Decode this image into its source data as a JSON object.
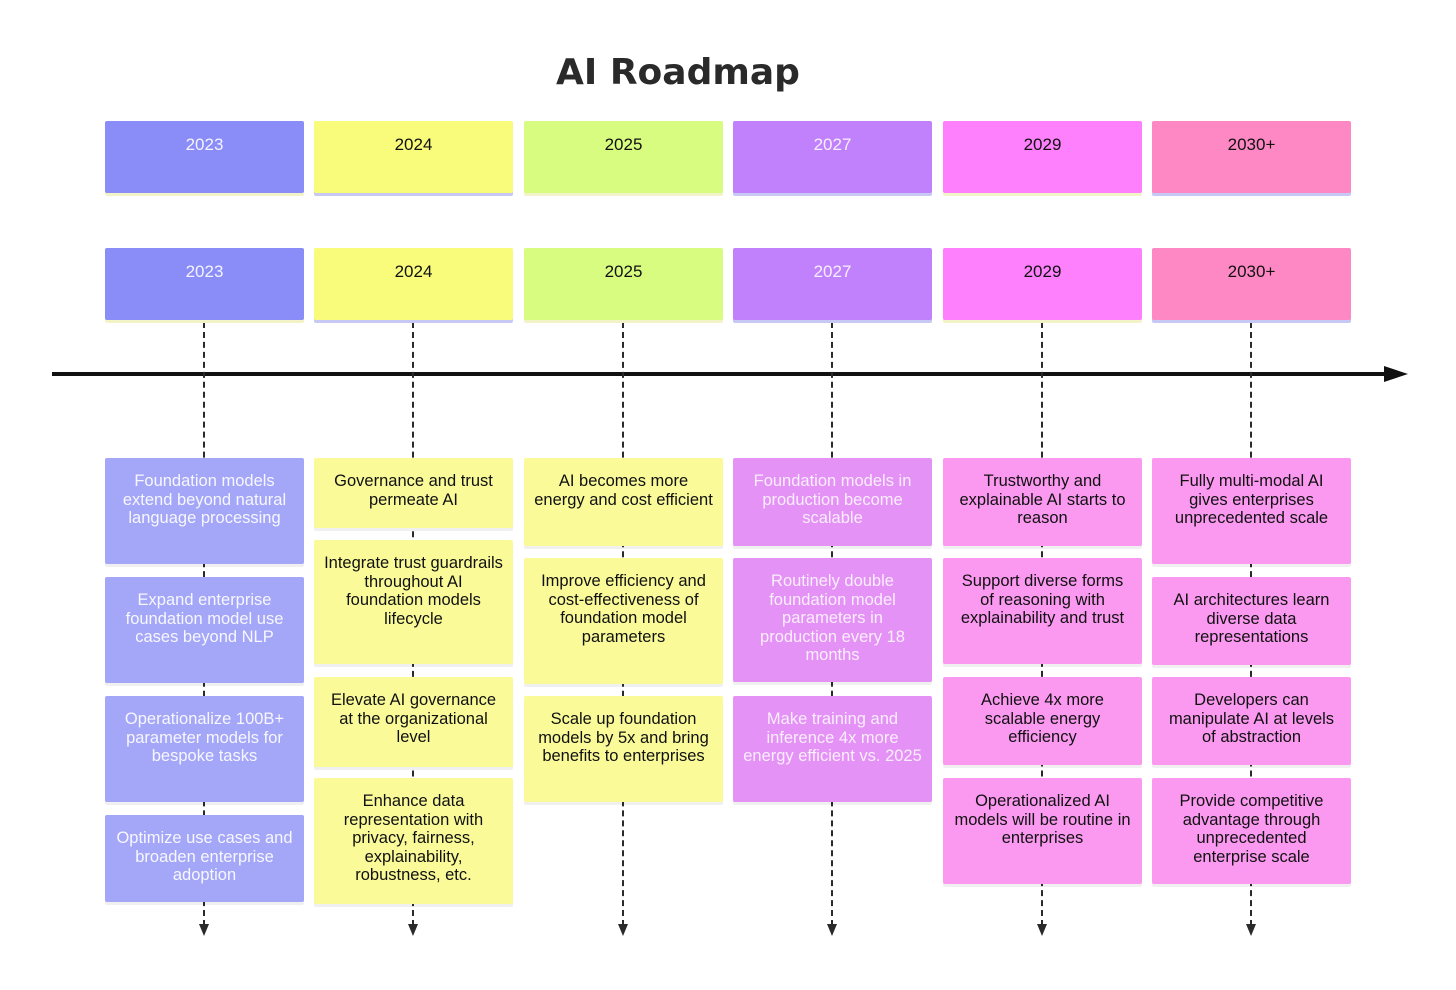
{
  "title": "AI Roadmap",
  "columns": [
    {
      "year": "2023",
      "year_color": "#8a8cf8",
      "year_text": "#f4f4ff",
      "note_color": "#a4a6f8",
      "note_text": "#f7f7ff",
      "items": [
        "Foundation models extend beyond natural language processing",
        "Expand enterprise foundation model use cases beyond NLP",
        "Operationalize 100B+ parameter models for bespoke tasks",
        "Optimize use cases and broaden enterprise adoption"
      ]
    },
    {
      "year": "2024",
      "year_color": "#f9fb7b",
      "year_text": "#111111",
      "note_color": "#fafb98",
      "note_text": "#111111",
      "items": [
        "Governance and trust permeate AI",
        "Integrate trust guardrails throughout AI foundation models lifecycle",
        "Elevate AI governance at the organizational level",
        "Enhance data representation with privacy, fairness, explainability, robustness, etc."
      ]
    },
    {
      "year": "2025",
      "year_color": "#d8fc80",
      "year_text": "#111111",
      "note_color": "#fafb98",
      "note_text": "#111111",
      "items": [
        "AI becomes more energy and cost efficient",
        "Improve efficiency and cost-effectiveness of foundation model parameters",
        "Scale up foundation models by 5x and bring benefits to enterprises"
      ]
    },
    {
      "year": "2027",
      "year_color": "#c181fc",
      "year_text": "#f6efff",
      "note_color": "#e492f6",
      "note_text": "#fbeefe",
      "items": [
        "Foundation models in production become scalable",
        "Routinely double foundation model parameters in production every 18 months",
        "Make training and inference 4x more energy efficient vs. 2025"
      ]
    },
    {
      "year": "2029",
      "year_color": "#fe80fd",
      "year_text": "#111111",
      "note_color": "#fb99f1",
      "note_text": "#111111",
      "items": [
        "Trustworthy and explainable AI starts to reason",
        "Support diverse forms of reasoning with explainability and trust",
        "Achieve 4x more scalable energy efficiency",
        "Operationalized AI models will be routine in enterprises"
      ]
    },
    {
      "year": "2030+",
      "year_color": "#fe88c4",
      "year_text": "#111111",
      "note_color": "#fb99f1",
      "note_text": "#111111",
      "items": [
        "Fully multi-modal AI gives enterprises unprecedented scale",
        "AI architectures learn diverse data representations",
        "Developers can manipulate AI at levels of abstraction",
        "Provide competitive advantage through unprecedented enterprise scale"
      ]
    }
  ]
}
